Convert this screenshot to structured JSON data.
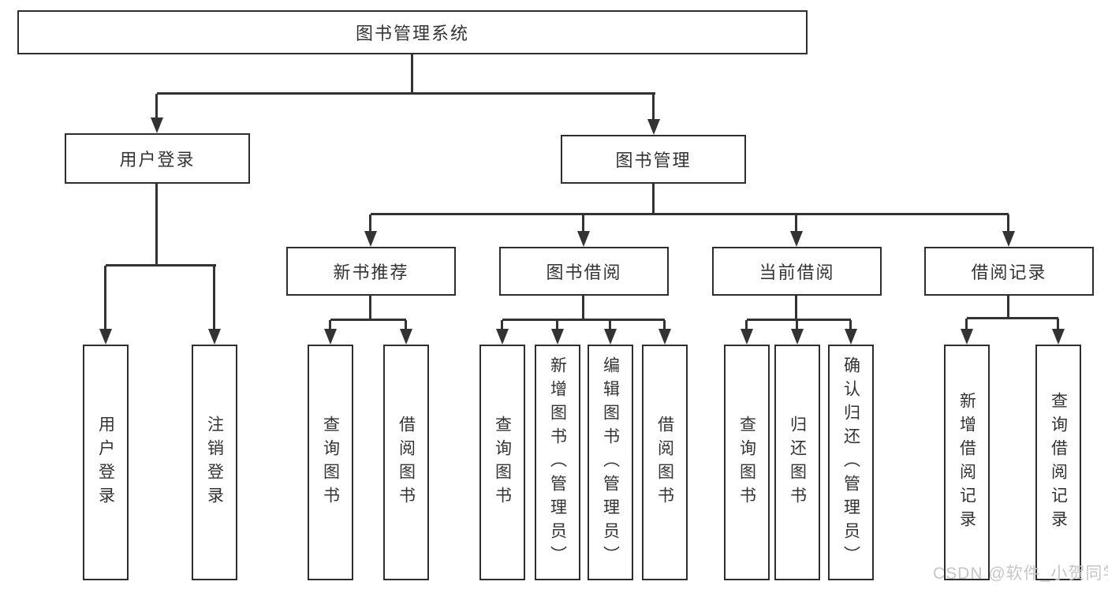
{
  "diagram": {
    "type": "hierarchy-tree",
    "colors": {
      "line": "#333333",
      "box_border": "#2e2e2e",
      "box_fill": "#ffffff",
      "text": "#333333",
      "background": "#ffffff",
      "watermark": "#c6c6c6"
    },
    "tree": {
      "root": {
        "label": "图书管理系统",
        "children": [
          {
            "label": "用户登录",
            "children": [
              {
                "label": "用户登录"
              },
              {
                "label": "注销登录"
              }
            ]
          },
          {
            "label": "图书管理",
            "children": [
              {
                "label": "新书推荐",
                "children": [
                  {
                    "label": "查询图书"
                  },
                  {
                    "label": "借阅图书"
                  }
                ]
              },
              {
                "label": "图书借阅",
                "children": [
                  {
                    "label": "查询图书"
                  },
                  {
                    "label": "新增图书（管理员）"
                  },
                  {
                    "label": "编辑图书（管理员）"
                  },
                  {
                    "label": "借阅图书"
                  }
                ]
              },
              {
                "label": "当前借阅",
                "children": [
                  {
                    "label": "查询图书"
                  },
                  {
                    "label": "归还图书"
                  },
                  {
                    "label": "确认归还（管理员）"
                  }
                ]
              },
              {
                "label": "借阅记录",
                "children": [
                  {
                    "label": "新增借阅记录"
                  },
                  {
                    "label": "查询借阅记录"
                  }
                ]
              }
            ]
          }
        ]
      }
    }
  },
  "watermark": {
    "text": "CSDN @软件_小贺同学"
  }
}
